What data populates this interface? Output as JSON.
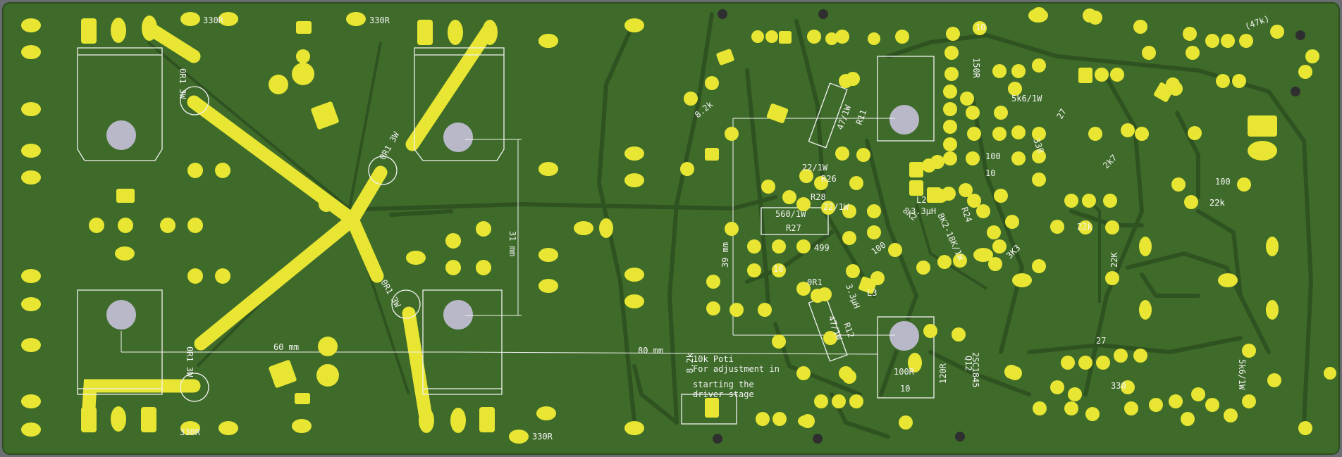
{
  "board": {
    "background_color": "#6a6d72",
    "substrate_color": "#3f6b2a",
    "copper_trace_color": "#2f5221",
    "pad_color": "#e8e633",
    "silkscreen_color": "#f2f2f2"
  },
  "labels": {
    "r330_tl": "330R",
    "r330_tm": "330R",
    "r330_bl": "330R",
    "r330_bm": "330R",
    "or1_a": "0R1 3W",
    "or1_b": "0R1 3W",
    "or1_c": "0R1 3W",
    "or1_d": "0R1 3W",
    "dim_31": "31 mm",
    "dim_60": "60 mm",
    "dim_80": "80 mm",
    "dim_39": "39 mm",
    "r8k2_top": "8.2k",
    "r47_1w_top": "47/1W",
    "r11": "R11",
    "r22_1w_a": "22/1W",
    "r26": "R26",
    "r28": "R28",
    "r22_1w_b": "22/1W",
    "r560": "560/1W",
    "r27": "R27",
    "r499": "499",
    "r10_mid": "10",
    "r100_mid": "100",
    "l2": "L2",
    "l2_val": "3.3µH",
    "r8k2_mid": "8K2",
    "r24": "R24",
    "r8k2_18k": "8K2-18K/1W",
    "or1_small": "0R1",
    "l3_val": "3.3µH",
    "l3": "L3",
    "r47_1w_bot": "47/1W",
    "r12": "R12",
    "pot": "10k Poti",
    "pot_note1": "For adjustment in",
    "pot_note2": "starting the",
    "pot_note3": "driver stage",
    "r8k2_bot": "8.2k",
    "r100r": "100R",
    "r10_bot": "10",
    "r120r": "120R",
    "q12": "Q12",
    "q12_part": "2SC1845",
    "r10_top": "10",
    "r150r": "150R",
    "r5k6": "5k6/1W",
    "r27_a": "27",
    "r330_r": "330",
    "r100_r": "100",
    "r10_r": "10",
    "r2k7": "2k7",
    "r3k3": "3K3",
    "r22k_a": "22k",
    "r22k_b": "22k",
    "r22k_c": "22K",
    "r100_far": "100",
    "r22k_far": "22k",
    "r47k": "(47k)",
    "r27_b": "27",
    "r330_b": "330",
    "r5k6_b": "5k6/1W"
  }
}
